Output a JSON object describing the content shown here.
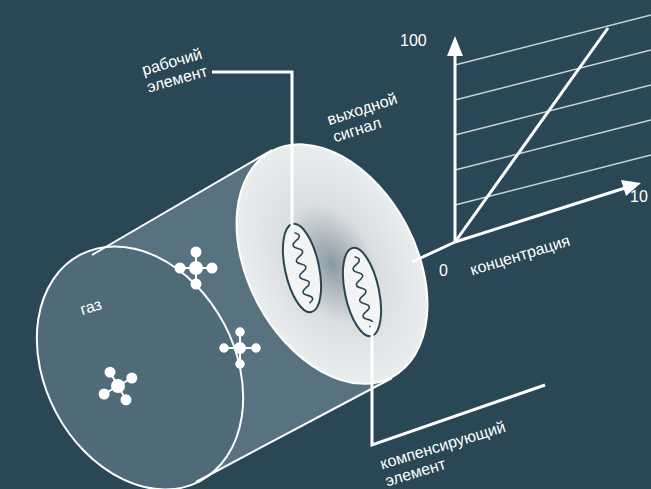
{
  "diagram": {
    "labels": [
      "рабочий элемент",
      "выходной сигнал",
      "100",
      "10",
      "концентрация",
      "0",
      "газ",
      "компенсирующий элемент"
    ]
  }
}
